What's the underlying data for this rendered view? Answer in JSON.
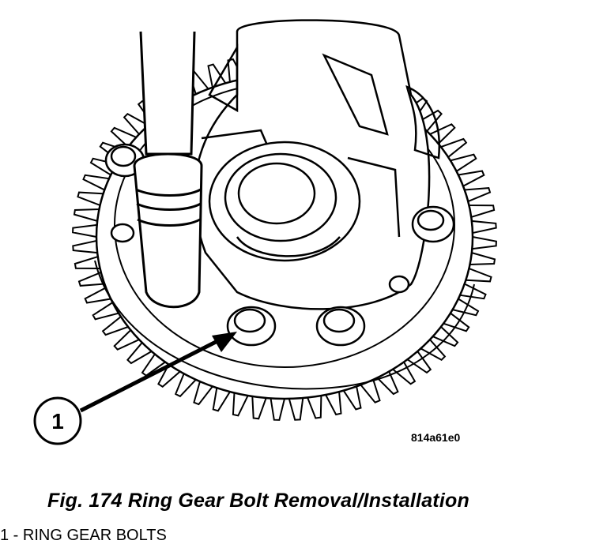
{
  "figure": {
    "image_id": "814a61e0",
    "caption": "Fig. 174 Ring Gear Bolt Removal/Installation",
    "callout_number": "1",
    "legend": [
      {
        "text": "1 - RING GEAR BOLTS"
      }
    ]
  },
  "colors": {
    "line": "#000000",
    "background": "#ffffff"
  }
}
